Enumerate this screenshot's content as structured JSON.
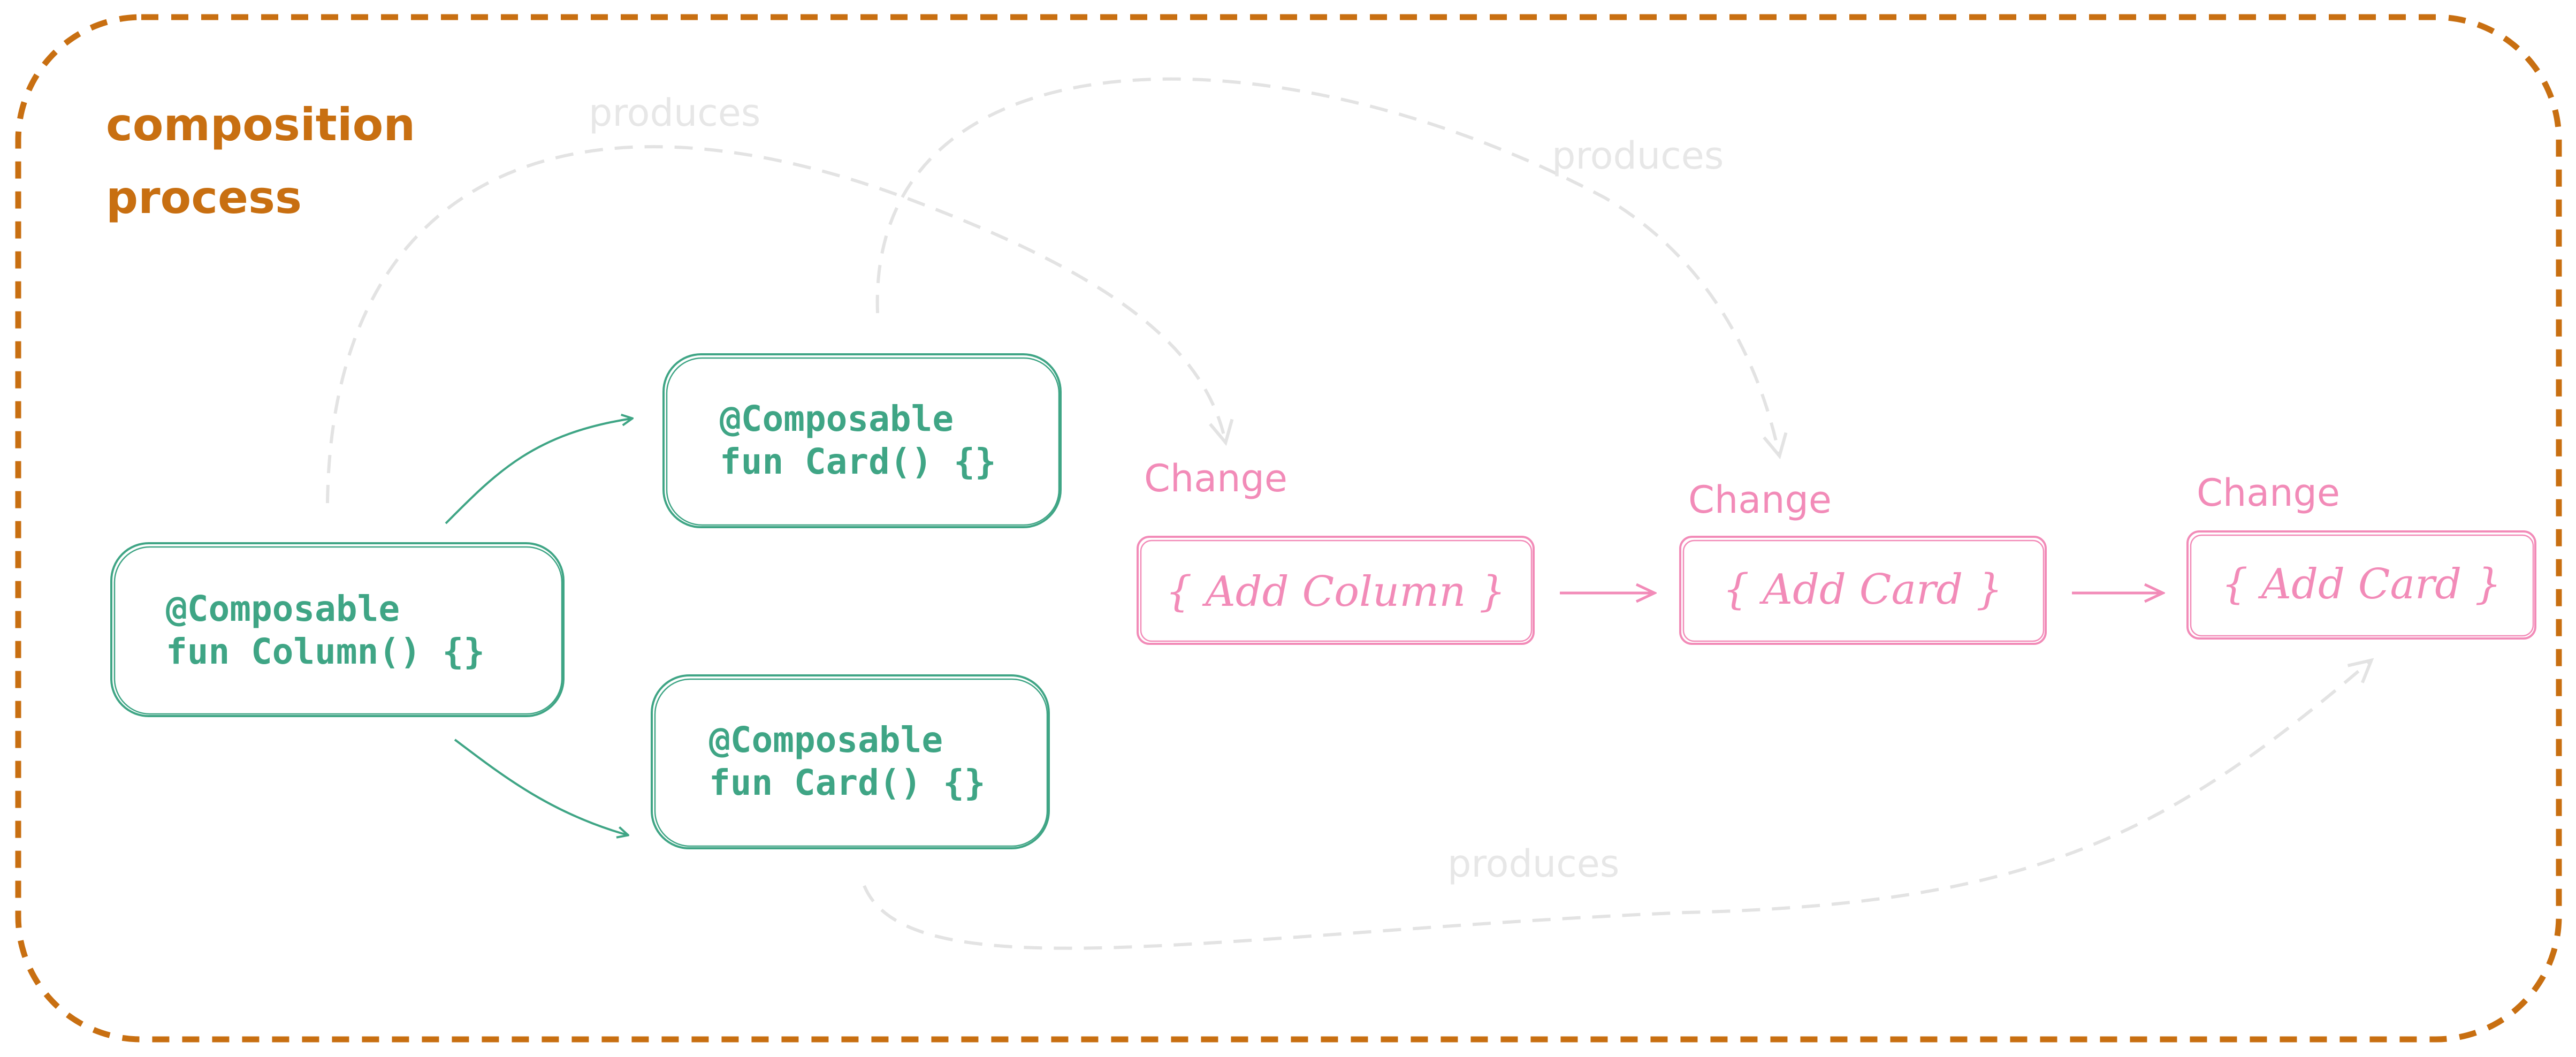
{
  "diagram": {
    "title_line1": "composition",
    "title_line2": "process",
    "composables": {
      "column": {
        "line1": "@Composable",
        "line2": "fun Column() {}"
      },
      "card_top": {
        "line1": "@Composable",
        "line2": "fun Card() {}"
      },
      "card_bottom": {
        "line1": "@Composable",
        "line2": "fun Card() {}"
      }
    },
    "changes": [
      {
        "label": "Change",
        "text": "{ Add Column }"
      },
      {
        "label": "Change",
        "text": "{ Add Card }"
      },
      {
        "label": "Change",
        "text": "{ Add Card }"
      }
    ],
    "produces_labels": [
      "produces",
      "produces",
      "produces"
    ]
  },
  "colors": {
    "frame": "#c86f11",
    "composable": "#3fa585",
    "change": "#f28bb8",
    "produces": "#e3e3e3"
  }
}
